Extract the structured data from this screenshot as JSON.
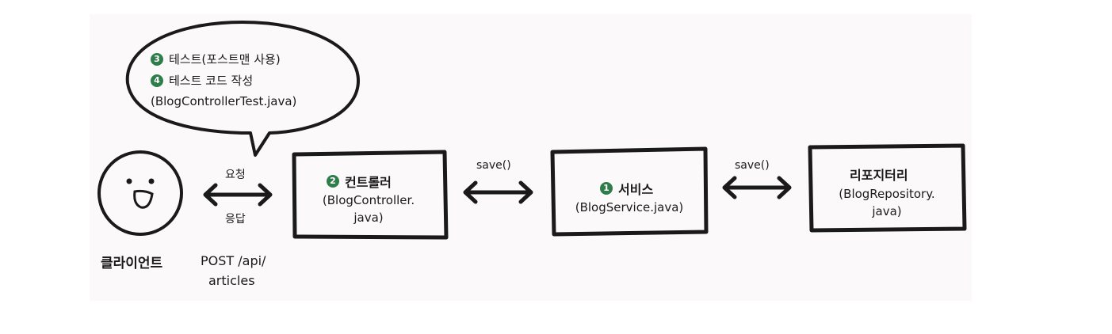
{
  "bubble": {
    "step3_num": "3",
    "step3_text": "테스트(포스트맨 사용)",
    "step4_num": "4",
    "step4_text": "테스트 코드 작성",
    "step4_file": "(BlogControllerTest.java)"
  },
  "client": {
    "label": "클라이언트",
    "endpoint_line1": "POST /api/",
    "endpoint_line2": "articles"
  },
  "request_label": "요청",
  "response_label": "응답",
  "controller": {
    "num": "2",
    "title": "컨트롤러",
    "file_line1": "(BlogController.",
    "file_line2": "java)"
  },
  "service": {
    "num": "1",
    "title": "서비스",
    "file": "(BlogService.java)"
  },
  "repository": {
    "title": "리포지터리",
    "file_line1": "(BlogRepository.",
    "file_line2": "java)"
  },
  "call1_label": "save()",
  "call2_label": "save()",
  "colors": {
    "accent": "#2e7d4a",
    "ink": "#1a1a1a",
    "panel": "#fbf9fa"
  }
}
